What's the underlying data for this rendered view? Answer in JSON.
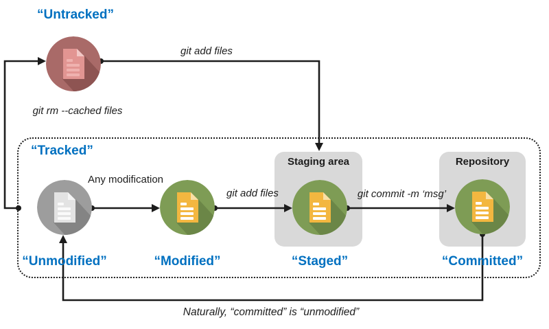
{
  "colors": {
    "background": "#FFFFFF",
    "label_blue": "#0070C0",
    "line_black": "#1C1C1C",
    "group_box_gray": "#D9D9D9"
  },
  "groups": {
    "tracked_label": "“Tracked”",
    "staging_label": "Staging area",
    "repository_label": "Repository"
  },
  "nodes": [
    {
      "id": "untracked",
      "label": "“Untracked”",
      "icon": "document-icon",
      "circle": "#A96A68",
      "shadow": "#8E5452",
      "doc": "#E29592",
      "fold": "#F2C7C5",
      "doc_lines": "#EFB2AF"
    },
    {
      "id": "unmodified",
      "label": "“Unmodified”",
      "icon": "document-icon",
      "circle": "#9D9D9D",
      "shadow": "#848484",
      "doc": "#E3E3E3",
      "fold": "#F5F5F5",
      "doc_lines": "#FAFAFA"
    },
    {
      "id": "modified",
      "label": "“Modified”",
      "icon": "document-icon",
      "circle": "#7E9C55",
      "shadow": "#6B8647",
      "doc": "#F3B740",
      "fold": "#F9E0A6",
      "doc_lines": "#FFFFFF"
    },
    {
      "id": "staged",
      "label": "“Staged”",
      "icon": "document-icon",
      "circle": "#7E9C55",
      "shadow": "#6B8647",
      "doc": "#F3B740",
      "fold": "#F9E0A6",
      "doc_lines": "#FFFFFF"
    },
    {
      "id": "committed",
      "label": "“Committed”",
      "icon": "document-icon",
      "circle": "#7E9C55",
      "shadow": "#6B8647",
      "doc": "#F3B740",
      "fold": "#F9E0A6",
      "doc_lines": "#FFFFFF"
    }
  ],
  "edges": {
    "add_top": "git add files",
    "rm_cached": "git rm --cached files",
    "any_modification": "Any modification",
    "add_mid": "git add files",
    "commit": "git commit -m ‘msg’",
    "note": "Naturally, “committed” is “unmodified”"
  }
}
